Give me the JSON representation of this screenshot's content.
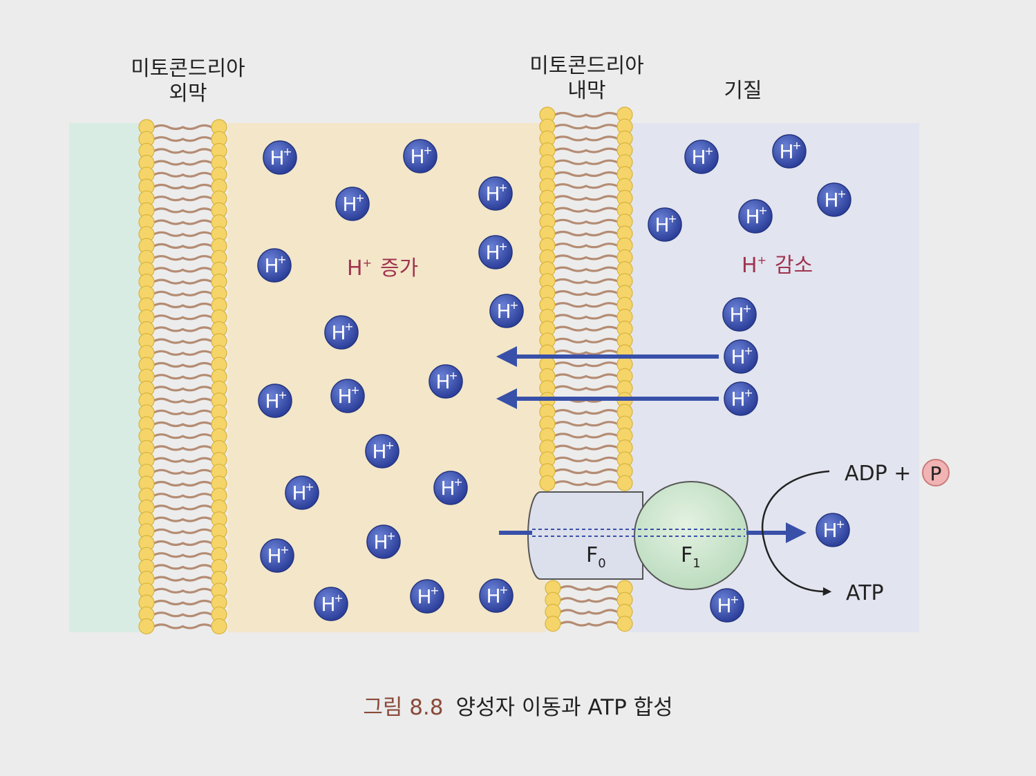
{
  "labels": {
    "outer_membrane_line1": "미토콘드리아",
    "outer_membrane_line2": "외막",
    "inner_membrane_line1": "미토콘드리아",
    "inner_membrane_line2": "내막",
    "matrix": "기질"
  },
  "proton_symbol": "H",
  "proton_charge": "+",
  "increase_text": "증가",
  "decrease_text": "감소",
  "synthase": {
    "f0_letter": "F",
    "f0_sub": "0",
    "f1_letter": "F",
    "f1_sub": "1"
  },
  "reaction": {
    "input": "ADP +",
    "phosphate": "P",
    "output": "ATP"
  },
  "caption": {
    "number": "그림 8.8",
    "text": "양성자 이동과 ATP 합성"
  },
  "colors": {
    "cytosol": "#d9ece4",
    "intermembrane": "#f3e6c9",
    "matrix": "#e2e4ef",
    "head": "#f5d56a",
    "tail": "#b48c73",
    "proton": "#3b54b4",
    "arrow": "#3850a8",
    "f0": "#dcdfec",
    "f1": "#cfe6cf",
    "phosphate": "#f1b3b3",
    "text_pink": "#a0334e"
  }
}
